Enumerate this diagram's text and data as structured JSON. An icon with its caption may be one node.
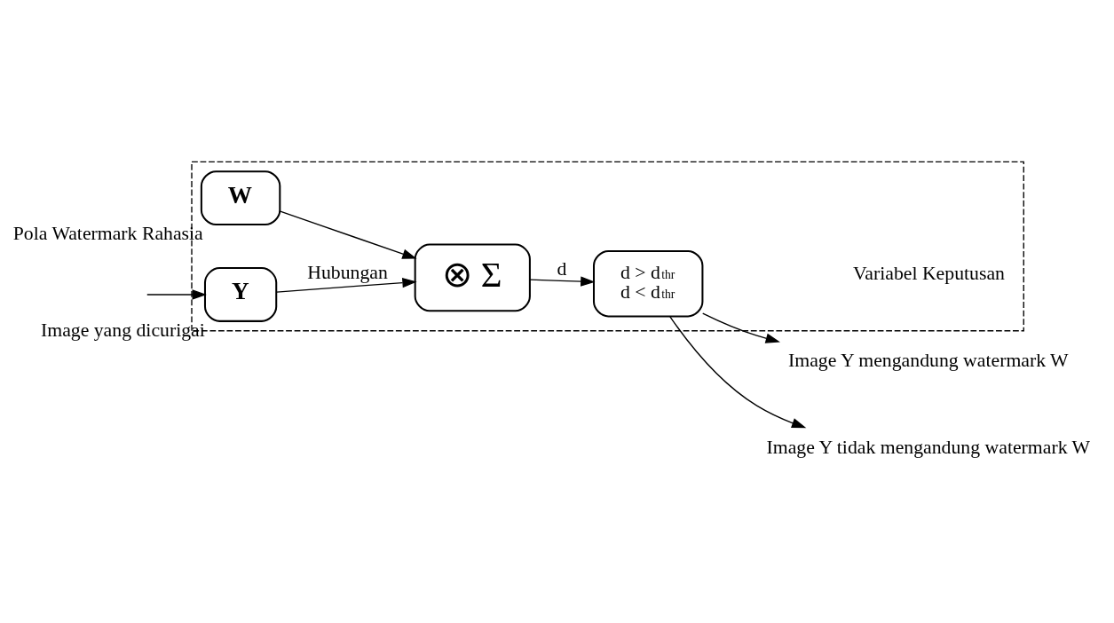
{
  "diagram": {
    "nodes": [
      {
        "text": [],
        "shape": "box"
      },
      {
        "text": [
          "W"
        ],
        "in": 0,
        "beside": [
          "Pola Watermark Rahasia"
        ]
      },
      {
        "text": [
          "⊗ Σ"
        ],
        "in": 0
      },
      {
        "text": [
          "d > d$_{thr}$",
          "d < d$_{thr}$"
        ],
        "in": 0
      },
      {
        "text": [
          "Y"
        ],
        "in": 0,
        "beside": [
          "Image yang dicurigai"
        ]
      },
      {
        "text": [
          "Image Y mengandung watermark W"
        ]
      },
      {
        "text": [
          "Image Y tidak mengandung watermark W"
        ]
      }
    ],
    "edges": [
      {
        "from": null,
        "to": 4,
        "arrow": "to"
      },
      {
        "from": 1,
        "to": 2,
        "arrow": "to"
      },
      {
        "from": 4,
        "to": 2,
        "arrow": "to",
        "label": "Hubungan"
      },
      {
        "from": 2,
        "to": 3,
        "arrow": "to",
        "label": "d"
      },
      {
        "from": 3,
        "to": 5,
        "arrow": "to"
      },
      {
        "from": 3,
        "to": 6,
        "arrow": "to"
      }
    ],
    "labels": [
      "Variabel Keputusan"
    ]
  }
}
